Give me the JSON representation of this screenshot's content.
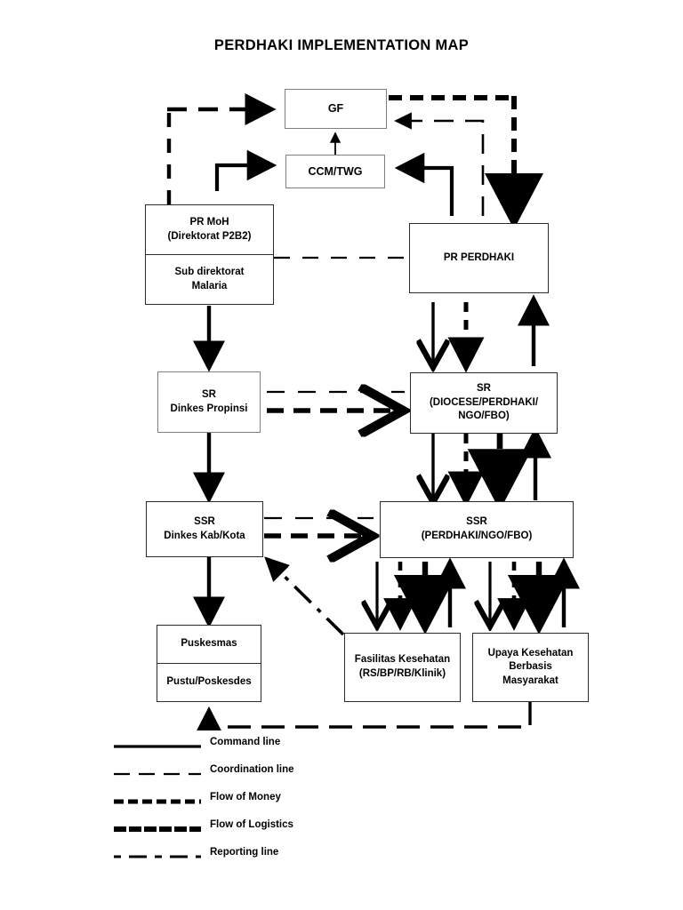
{
  "title": "PERDHAKI IMPLEMENTATION MAP",
  "nodes": {
    "gf": {
      "label": "GF"
    },
    "ccm": {
      "label": "CCM/TWG"
    },
    "pr_moh": {
      "line1": "PR MoH",
      "line2": "(Direktorat P2B2)",
      "sub1": "Sub direktorat",
      "sub2": "Malaria"
    },
    "pr_perdhaki": {
      "label": "PR PERDHAKI"
    },
    "sr_dinkes": {
      "line1": "SR",
      "line2": "Dinkes Propinsi"
    },
    "sr_diocese": {
      "line1": "SR",
      "line2": "(DIOCESE/PERDHAKI/",
      "line3": "NGO/FBO)"
    },
    "ssr_dinkes": {
      "line1": "SSR",
      "line2": "Dinkes Kab/Kota"
    },
    "ssr_perdhaki": {
      "line1": "SSR",
      "line2": "(PERDHAKI/NGO/FBO)"
    },
    "puskesmas": {
      "label": "Puskesmas",
      "sub": "Pustu/Poskesdes"
    },
    "fasilitas": {
      "line1": "Fasilitas Kesehatan",
      "line2": "(RS/BP/RB/Klinik)"
    },
    "upaya": {
      "line1": "Upaya Kesehatan",
      "line2": "Berbasis",
      "line3": "Masyarakat"
    }
  },
  "legend": {
    "items": [
      {
        "label": "Command line",
        "style": "solid"
      },
      {
        "label": "Coordination line",
        "style": "thin-dash"
      },
      {
        "label": "Flow of Money",
        "style": "thick-short-dash"
      },
      {
        "label": "Flow of Logistics",
        "style": "thick-long-dash"
      },
      {
        "label": "Reporting line",
        "style": "dash-dot"
      }
    ]
  },
  "colors": {
    "stroke": "#000000",
    "box_border": "#808080",
    "background": "#ffffff"
  }
}
